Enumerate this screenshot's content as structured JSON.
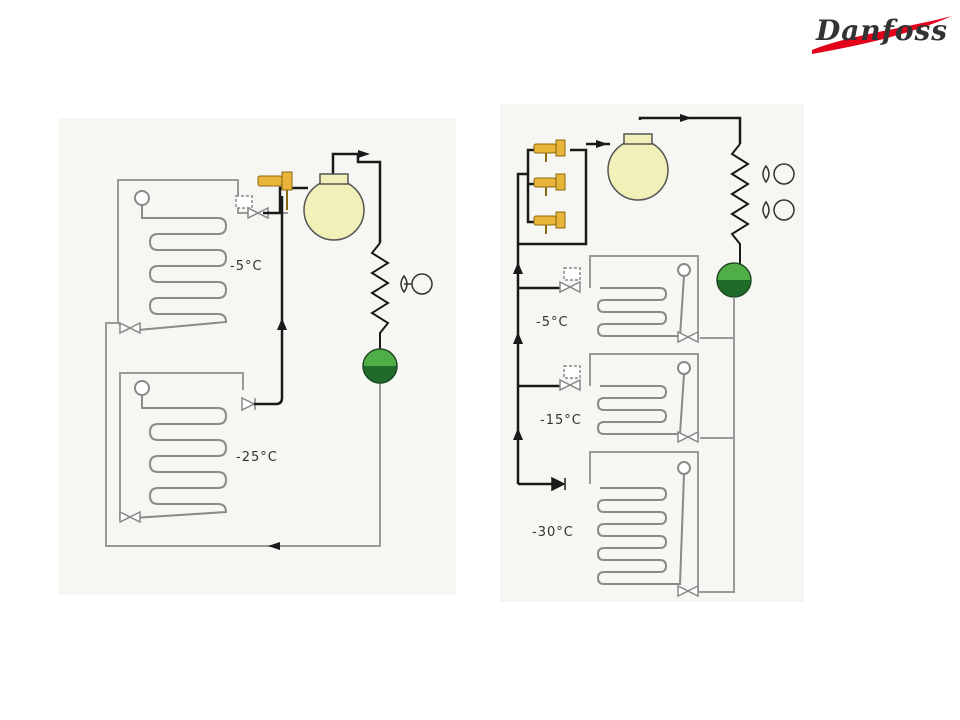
{
  "brand": {
    "name": "Danfoss",
    "color": "#e2001a"
  },
  "colors": {
    "panel_bg": "#f6f6f2",
    "pipe_dark": "#1a1a1a",
    "pipe_light": "#9a9a9a",
    "compressor_fill": "#f1f0b8",
    "receiver_top": "#4fae48",
    "receiver_bottom": "#1f6b2a",
    "valve_body": "#e8b43a"
  },
  "diagram_left": {
    "evaporators": [
      {
        "temperature": "-5°C"
      },
      {
        "temperature": "-25°C"
      }
    ],
    "components": [
      "compressor-icon",
      "condenser-coil-icon",
      "fan-icon",
      "liquid-receiver-icon",
      "pressure-valve-icon",
      "check-valve-icon",
      "expansion-valve-icon"
    ]
  },
  "diagram_right": {
    "evaporators": [
      {
        "temperature": "-5°C"
      },
      {
        "temperature": "-15°C"
      },
      {
        "temperature": "-30°C"
      }
    ],
    "components": [
      "compressor-icon",
      "condenser-coil-icon",
      "fan-icon",
      "liquid-receiver-icon",
      "pressure-valve-icon",
      "check-valve-icon",
      "expansion-valve-icon"
    ]
  }
}
